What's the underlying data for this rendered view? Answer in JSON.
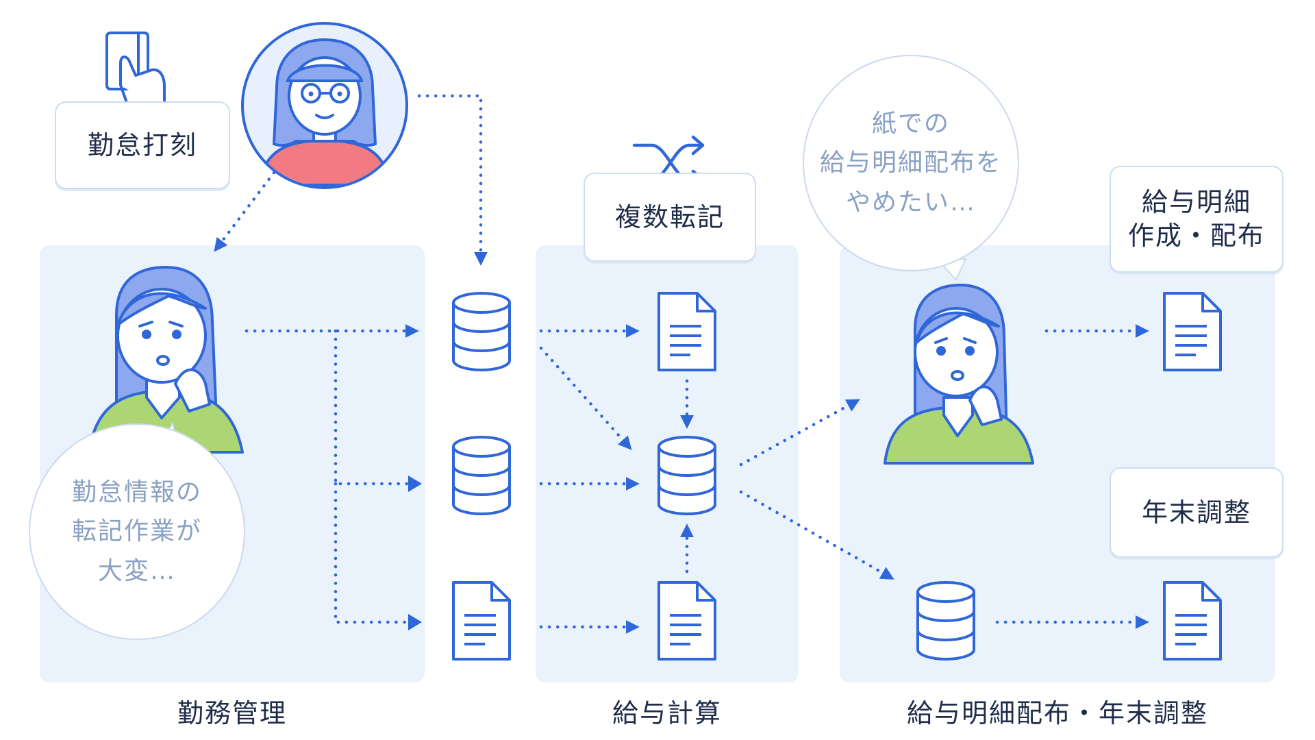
{
  "zones": {
    "attendance": {
      "label": "勤務管理"
    },
    "payroll": {
      "label": "給与計算"
    },
    "distribution": {
      "label": "給与明細配布・年末調整"
    }
  },
  "cards": {
    "clock_in": "勤怠打刻",
    "multi_transcription": "複数転記",
    "payslip_create": "給与明細\n作成・配布",
    "year_end": "年末調整"
  },
  "bubbles": {
    "transcription_pain": "勤怠情報の\n転記作業が\n大変…",
    "paper_pain": "紙での\n給与明細配布を\nやめたい…"
  },
  "icons": {
    "database": "database-icon",
    "document": "document-icon",
    "shuffle": "shuffle-icon",
    "card": "card-in-hand-icon"
  },
  "colors": {
    "line": "#2f67d8",
    "zone_bg": "#eaf2fc",
    "hair": "#8ea8ef",
    "shirt_green": "#acd673",
    "shirt_red": "#f27a82"
  }
}
